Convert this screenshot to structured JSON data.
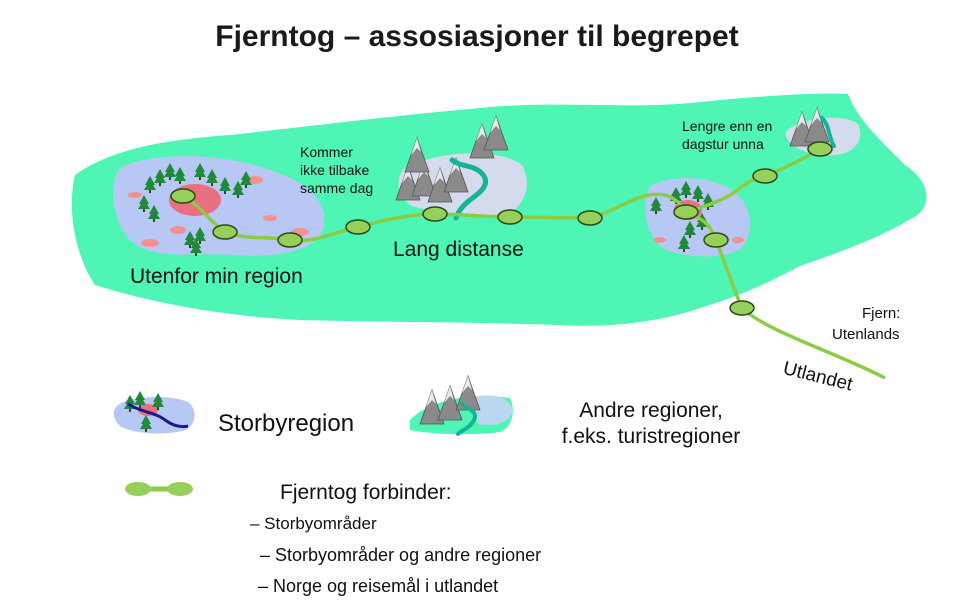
{
  "title": "Fjerntog – assosiasjoner til begrepet",
  "map": {
    "labels": {
      "utenfor_region": "Utenfor min region",
      "lang_distanse": "Lang distanse",
      "kommer_ikke": [
        "Kommer",
        "ikke tilbake",
        "samme dag"
      ],
      "lengre_enn": [
        "Lengre enn en",
        "dagstur unna"
      ],
      "fjern": [
        "Fjern:",
        "Utenlands"
      ],
      "utlandet": "Utlandet"
    }
  },
  "legend": {
    "storbyregion": "Storbyregion",
    "andre_regioner": [
      "Andre regioner,",
      "f.eks. turistregioner"
    ],
    "fjerntog_heading": "Fjerntog forbinder:",
    "items": [
      "– Storbyområder",
      "– Storbyområder og andre regioner",
      "– Norge og reisemål i utlandet"
    ]
  },
  "colors": {
    "land": "#4ef5b4",
    "city_region": "#b8c8f5",
    "city_core": "#f0606a",
    "rail": "#8ccc44",
    "station": "#96d05a",
    "river": "#12b59a",
    "mountain": "#8a8a8a",
    "tree": "#1e8a3a"
  }
}
